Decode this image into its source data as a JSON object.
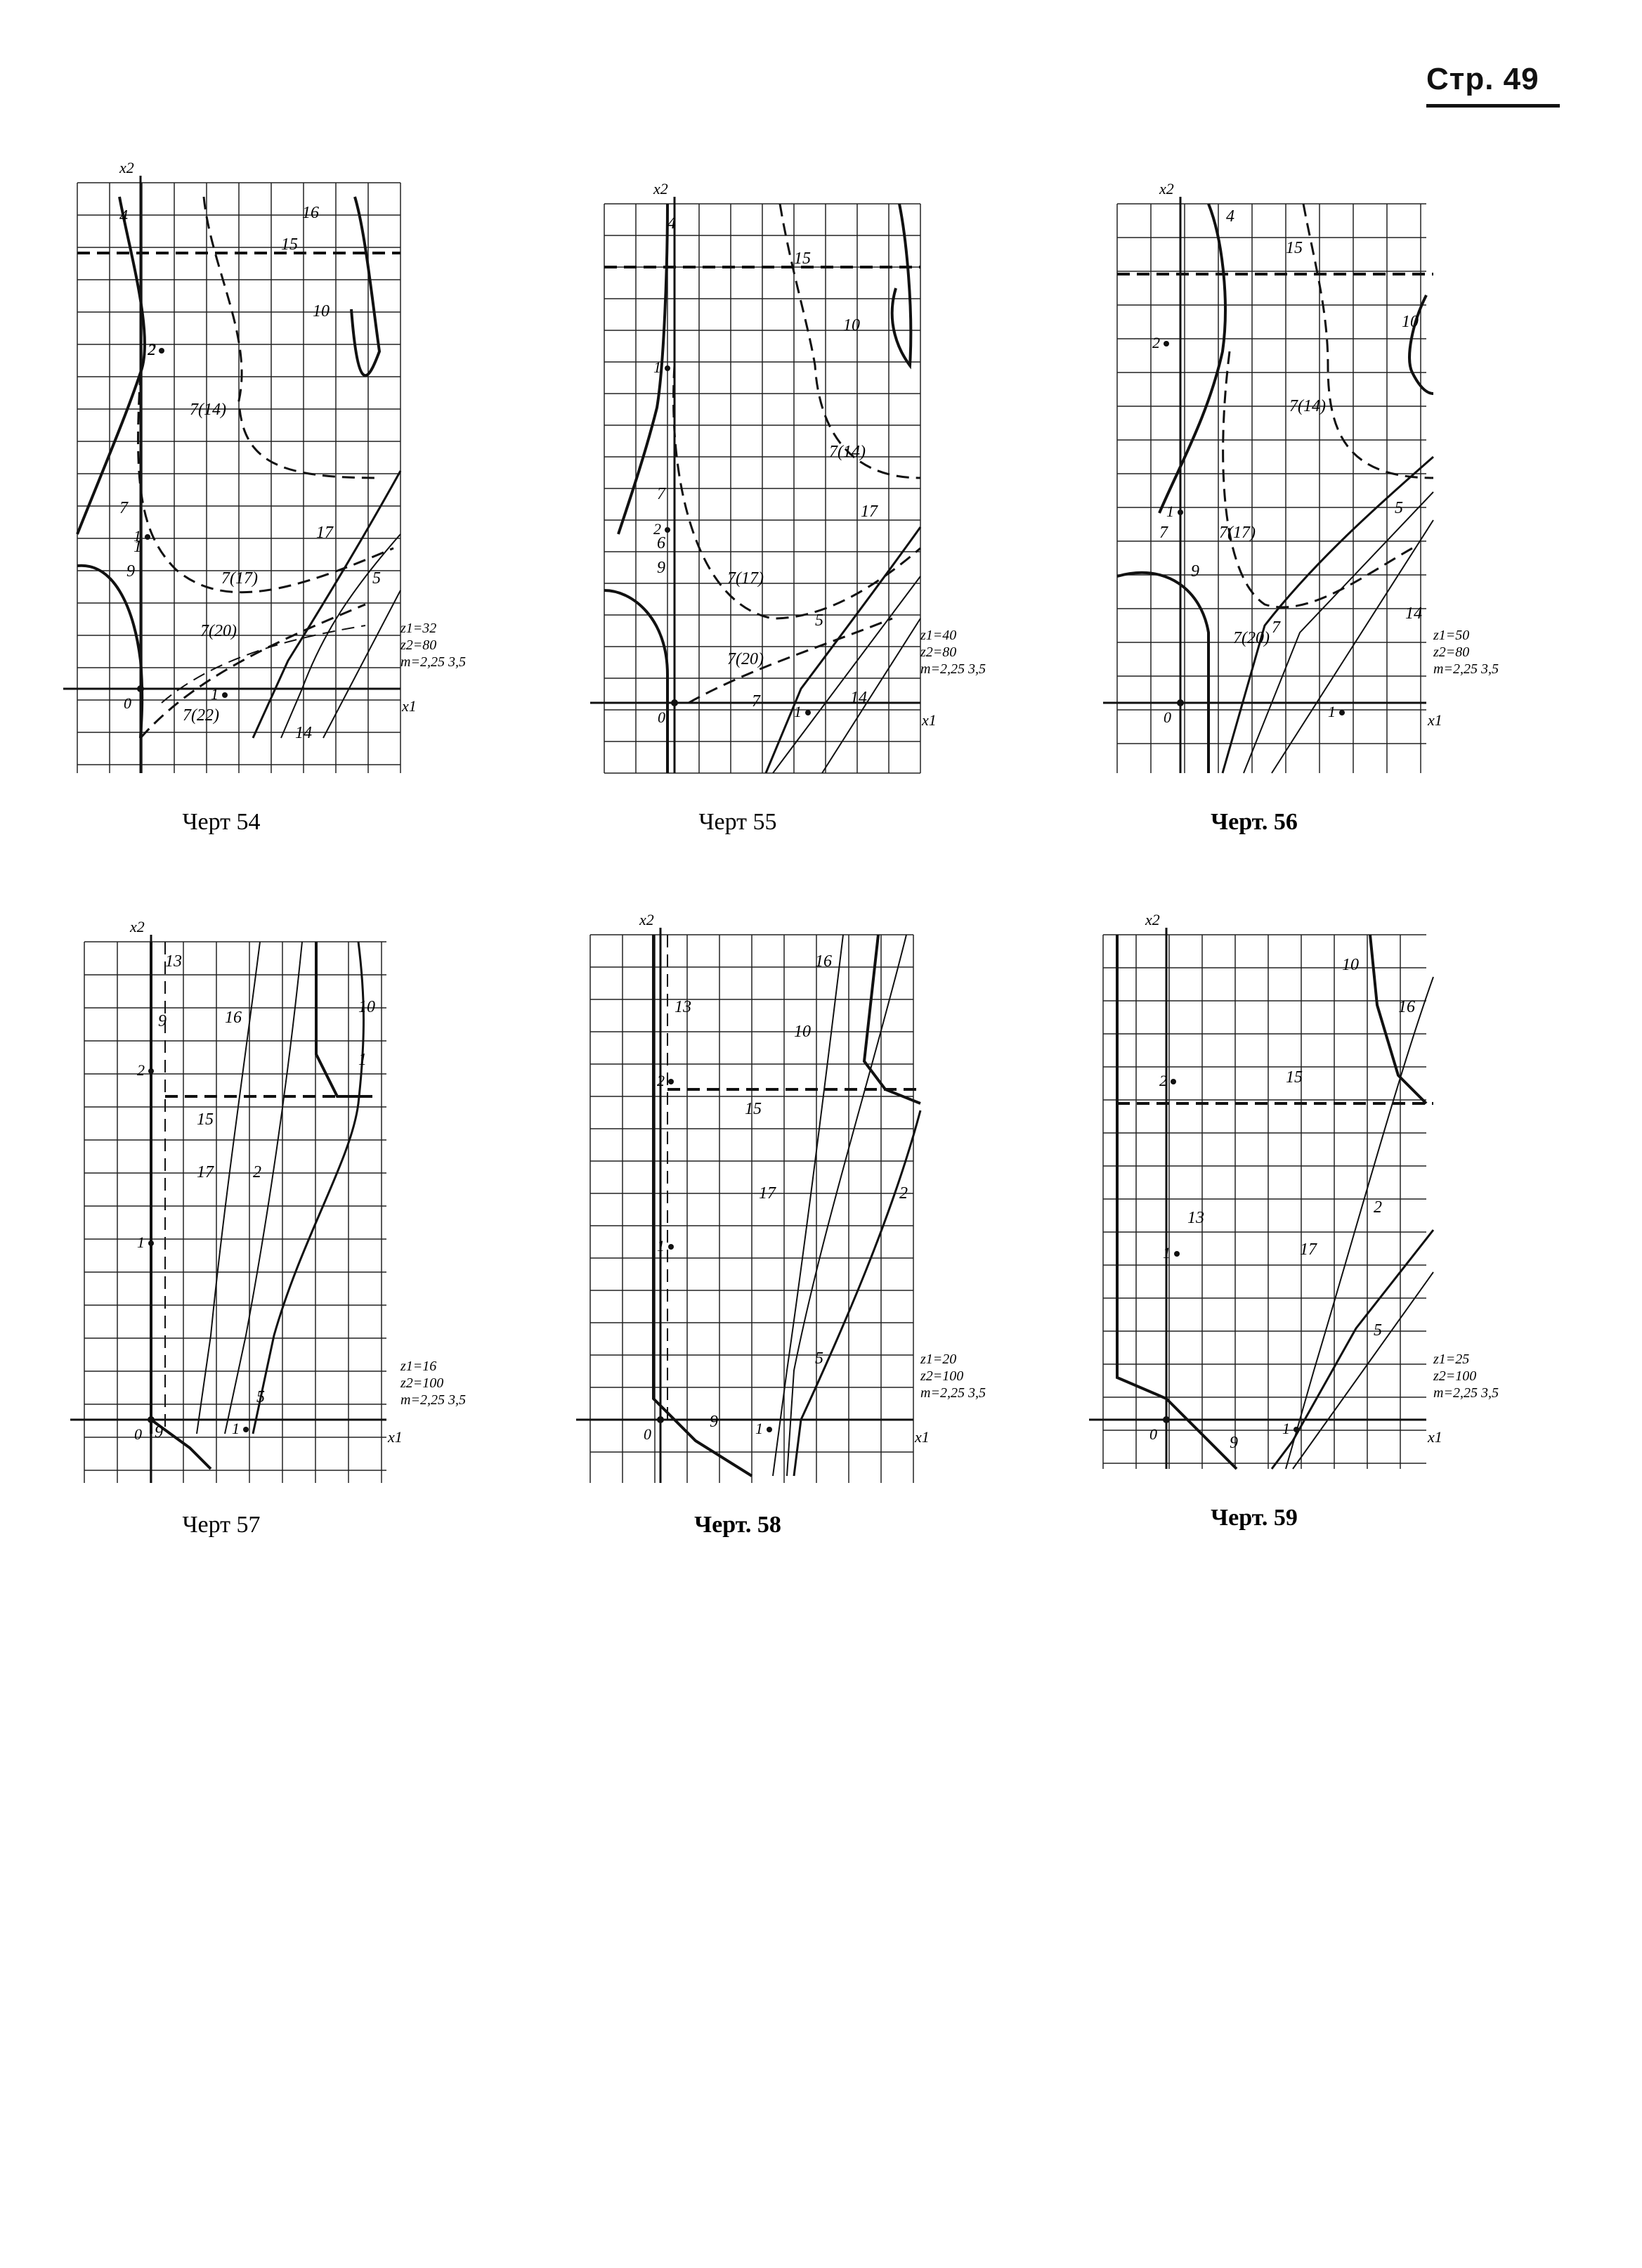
{
  "page_header": "Стр. 49",
  "figures": [
    {
      "id": "f54",
      "caption": "Черт 54",
      "caption_bold": false,
      "axis_x_label": "x1",
      "axis_y_label": "x2",
      "origin_label": "0",
      "tick_labels": [
        "1",
        "1",
        "2"
      ],
      "params": [
        "z1=32",
        "z2=80",
        "m=2,25 3,5"
      ],
      "curve_labels": [
        "4",
        "16",
        "15",
        "10",
        "2",
        "7(14)",
        "7",
        "1",
        "9",
        "7(17)",
        "17",
        "5",
        "7(20)",
        "7(22)",
        "14"
      ]
    },
    {
      "id": "f55",
      "caption": "Черт 55",
      "caption_bold": false,
      "axis_x_label": "x1",
      "axis_y_label": "x2",
      "origin_label": "0",
      "tick_labels": [
        "1",
        "2",
        "1"
      ],
      "params": [
        "z1=40",
        "z2=80",
        "m=2,25 3,5"
      ],
      "curve_labels": [
        "4",
        "15",
        "10",
        "7(14)",
        "7",
        "6",
        "9",
        "7(17)",
        "17",
        "5",
        "7(20)",
        "14",
        "7"
      ]
    },
    {
      "id": "f56",
      "caption": "Черт. 56",
      "caption_bold": true,
      "axis_x_label": "x1",
      "axis_y_label": "x2",
      "origin_label": "0",
      "tick_labels": [
        "2",
        "1",
        "1"
      ],
      "params": [
        "z1=50",
        "z2=80",
        "m=2,25 3,5"
      ],
      "curve_labels": [
        "4",
        "15",
        "10",
        "7(14)",
        "7",
        "7(17)",
        "9",
        "5",
        "14",
        "7(20)",
        "7"
      ]
    },
    {
      "id": "f57",
      "caption": "Черт 57",
      "caption_bold": false,
      "axis_x_label": "x1",
      "axis_y_label": "x2",
      "origin_label": "0",
      "tick_labels": [
        "2",
        "1",
        "1"
      ],
      "params": [
        "z1=16",
        "z2=100",
        "m=2,25 3,5"
      ],
      "curve_labels": [
        "13",
        "9",
        "16",
        "10",
        "1",
        "15",
        "17",
        "2",
        "5",
        "9"
      ]
    },
    {
      "id": "f58",
      "caption": "Черт. 58",
      "caption_bold": true,
      "axis_x_label": "x1",
      "axis_y_label": "x2",
      "origin_label": "0",
      "tick_labels": [
        "2",
        "1",
        "1"
      ],
      "params": [
        "z1=20",
        "z2=100",
        "m=2,25 3,5"
      ],
      "curve_labels": [
        "13",
        "16",
        "10",
        "15",
        "17",
        "2",
        "5",
        "9"
      ]
    },
    {
      "id": "f59",
      "caption": "Черт. 59",
      "caption_bold": true,
      "axis_x_label": "x1",
      "axis_y_label": "x2",
      "origin_label": "0",
      "tick_labels": [
        "2",
        "1",
        "1"
      ],
      "params": [
        "z1=25",
        "z2=100",
        "m=2,25 3,5"
      ],
      "curve_labels": [
        "10",
        "16",
        "15",
        "13",
        "2",
        "17",
        "5",
        "9"
      ]
    }
  ]
}
